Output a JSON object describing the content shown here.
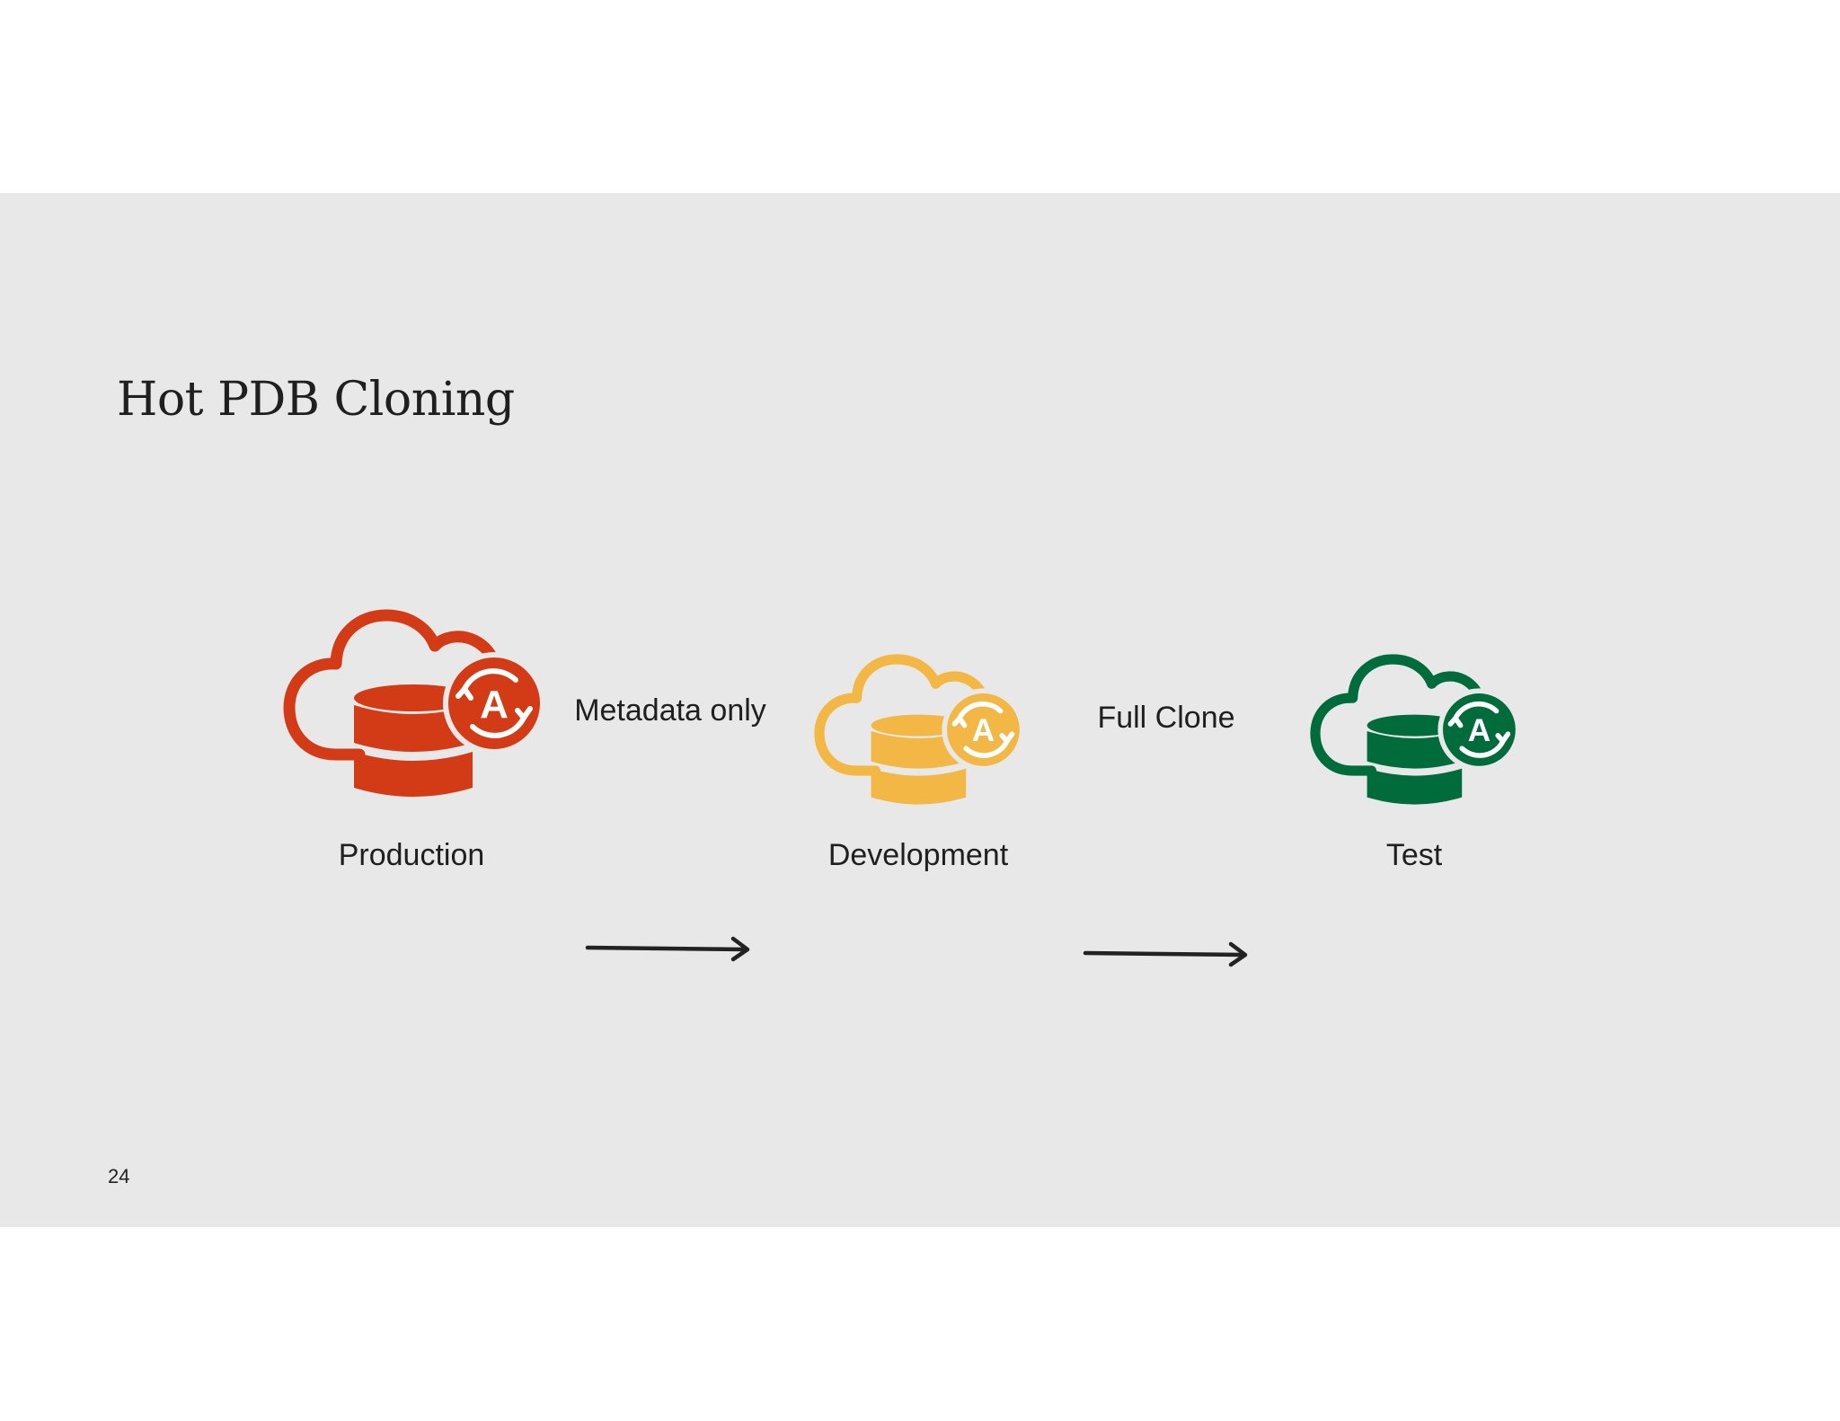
{
  "slide": {
    "title": "Hot PDB Cloning",
    "page_number": "24"
  },
  "nodes": [
    {
      "label": "Production",
      "icon": "cloud-database-autonomous-icon",
      "color": "#d23b15"
    },
    {
      "label": "Development",
      "icon": "cloud-database-autonomous-icon",
      "color": "#f3b745"
    },
    {
      "label": "Test",
      "icon": "cloud-database-autonomous-icon",
      "color": "#006c3b"
    }
  ],
  "edges": [
    {
      "from": "Production",
      "to": "Development",
      "label": "Metadata only"
    },
    {
      "from": "Development",
      "to": "Test",
      "label": "Full Clone"
    }
  ],
  "colors": {
    "background": "#e8e8e9",
    "arrow": "#222222"
  }
}
